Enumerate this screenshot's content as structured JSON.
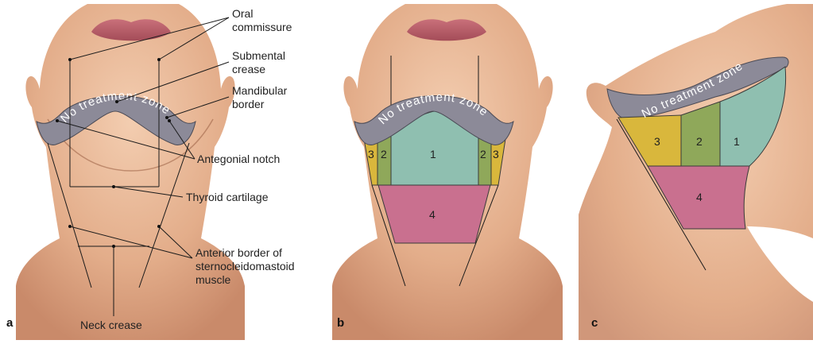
{
  "panels": [
    {
      "letter": "a"
    },
    {
      "letter": "b"
    },
    {
      "letter": "c"
    }
  ],
  "no_treatment_zone": "No treatment zone",
  "callouts": {
    "oral_commissure": [
      "Oral",
      "commissure"
    ],
    "submental_crease": [
      "Submental",
      "crease"
    ],
    "mandibular_border": [
      "Mandibular",
      "border"
    ],
    "antegonial_notch": "Antegonial notch",
    "thyroid_cartilage": "Thyroid cartilage",
    "anterior_border": [
      "Anterior border of",
      "sternocleidomastoid",
      "muscle"
    ],
    "neck_crease": "Neck crease"
  },
  "zones": {
    "z1": "1",
    "z2": "2",
    "z3": "3",
    "z4": "4"
  },
  "colors": {
    "skin": "#e8b997",
    "skin_shadow": "#c98a6a",
    "no_treatment_zone": "#8c8a98",
    "zone1": "#8fbfb0",
    "zone2": "#8fa85a",
    "zone3": "#d9b73c",
    "zone4": "#c9708f"
  }
}
